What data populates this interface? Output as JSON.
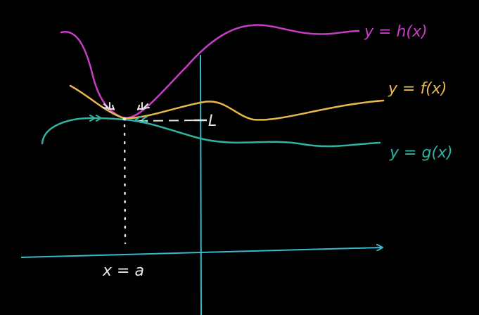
{
  "colors": {
    "background": "#000000",
    "axis": "#3bb9c9",
    "h_curve": "#c93cc6",
    "f_curve": "#e8b84a",
    "g_curve": "#31b3a4",
    "guide": "#e6e6e6"
  },
  "labels": {
    "h": "y = h(x)",
    "f": "y = f(x)",
    "g": "y = g(x)",
    "limit": "L",
    "point": "x = a"
  }
}
